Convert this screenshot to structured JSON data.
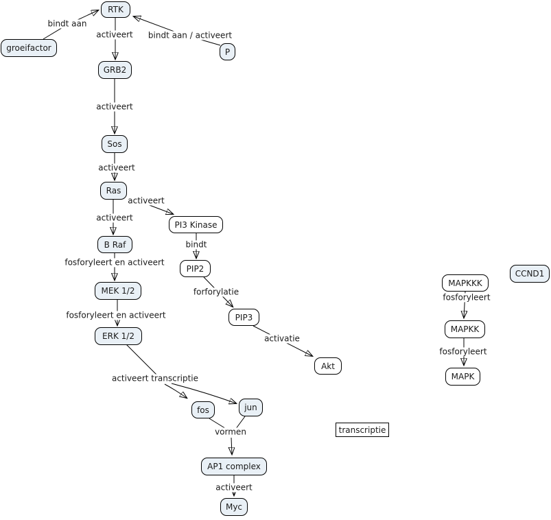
{
  "diagram": {
    "type": "concept-map",
    "colors": {
      "background": "#ffffff",
      "node_fill": "#e9f0f6",
      "node_fill_plain": "#ffffff",
      "node_border": "#000000",
      "line": "#000000",
      "text": "#1a1a1a"
    },
    "nodes": {
      "rtk": "RTK",
      "groeifactor": "groeifactor",
      "p": "P",
      "grb2": "GRB2",
      "sos": "Sos",
      "ras": "Ras",
      "pi3_kinase": "PI3 Kinase",
      "b_raf": "B Raf",
      "pip2": "PIP2",
      "mek": "MEK 1/2",
      "pip3": "PIP3",
      "erk": "ERK 1/2",
      "akt": "Akt",
      "fos": "fos",
      "jun": "jun",
      "ap1": "AP1 complex",
      "myc": "Myc",
      "transcriptie": "transcriptie",
      "mapkkk": "MAPKKK",
      "ccnd1": "CCND1",
      "mapkk": "MAPKK",
      "mapk": "MAPK"
    },
    "edge_labels": {
      "groeifactor_rtk": "bindt aan",
      "rtk_grb2": "activeert",
      "p_rtk": "bindt aan / activeert",
      "grb2_sos": "activeert",
      "sos_ras": "activeert",
      "ras_pi3": "activeert",
      "ras_braf": "activeert",
      "pi3_pip2": "bindt",
      "braf_mek": "fosforyleert en activeert",
      "pip2_pip3": "forforylatie",
      "mek_erk": "fosforyleert en activeert",
      "pip3_akt": "activatie",
      "erk_fosjun": "activeert transcriptie",
      "fosjun_ap1": "vormen",
      "ap1_myc": "activeert",
      "mapkkk_mapkk": "fosforyleert",
      "mapkk_mapk": "fosforyleert"
    }
  }
}
